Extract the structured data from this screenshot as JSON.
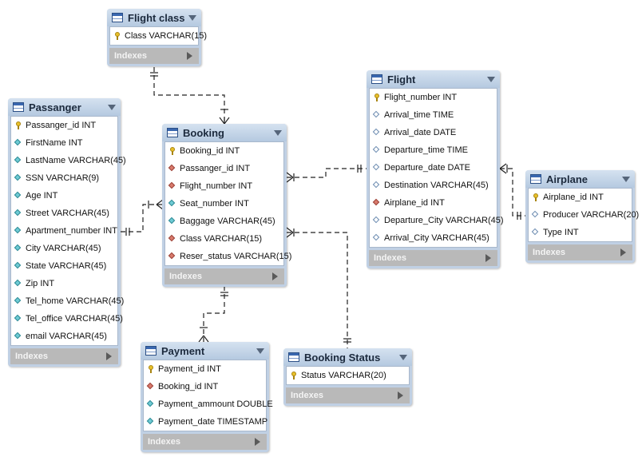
{
  "indexes_label": "Indexes",
  "tables": {
    "flight_class": {
      "title": "Flight class",
      "columns": [
        {
          "text": "Class VARCHAR(15)",
          "kind": "pk"
        }
      ]
    },
    "passanger": {
      "title": "Passanger",
      "columns": [
        {
          "text": "Passanger_id INT",
          "kind": "pk"
        },
        {
          "text": "FirstName INT",
          "kind": "nn"
        },
        {
          "text": "LastName VARCHAR(45)",
          "kind": "nn"
        },
        {
          "text": "SSN VARCHAR(9)",
          "kind": "nn"
        },
        {
          "text": "Age INT",
          "kind": "nn"
        },
        {
          "text": "Street VARCHAR(45)",
          "kind": "nn"
        },
        {
          "text": "Apartment_number INT",
          "kind": "nn"
        },
        {
          "text": "City VARCHAR(45)",
          "kind": "nn"
        },
        {
          "text": "State VARCHAR(45)",
          "kind": "nn"
        },
        {
          "text": "Zip INT",
          "kind": "nn"
        },
        {
          "text": "Tel_home VARCHAR(45)",
          "kind": "nn"
        },
        {
          "text": "Tel_office VARCHAR(45)",
          "kind": "nn"
        },
        {
          "text": "email VARCHAR(45)",
          "kind": "nn"
        }
      ]
    },
    "booking": {
      "title": "Booking",
      "columns": [
        {
          "text": "Booking_id INT",
          "kind": "pk"
        },
        {
          "text": "Passanger_id INT",
          "kind": "fk"
        },
        {
          "text": "Flight_number INT",
          "kind": "fk"
        },
        {
          "text": "Seat_number INT",
          "kind": "nn"
        },
        {
          "text": "Baggage VARCHAR(45)",
          "kind": "nn"
        },
        {
          "text": "Class VARCHAR(15)",
          "kind": "fk"
        },
        {
          "text": "Reser_status VARCHAR(15)",
          "kind": "fk"
        }
      ]
    },
    "flight": {
      "title": "Flight",
      "columns": [
        {
          "text": "Flight_number INT",
          "kind": "pk"
        },
        {
          "text": "Arrival_time TIME",
          "kind": "at"
        },
        {
          "text": "Arrival_date DATE",
          "kind": "at"
        },
        {
          "text": "Departure_time TIME",
          "kind": "at"
        },
        {
          "text": "Departure_date DATE",
          "kind": "at"
        },
        {
          "text": "Destination VARCHAR(45)",
          "kind": "at"
        },
        {
          "text": "Airplane_id INT",
          "kind": "fk"
        },
        {
          "text": "Departure_City VARCHAR(45)",
          "kind": "at"
        },
        {
          "text": "Arrival_City VARCHAR(45)",
          "kind": "at"
        }
      ]
    },
    "airplane": {
      "title": "Airplane",
      "columns": [
        {
          "text": "Airplane_id INT",
          "kind": "pk"
        },
        {
          "text": "Producer VARCHAR(20)",
          "kind": "at"
        },
        {
          "text": "Type INT",
          "kind": "at"
        }
      ]
    },
    "payment": {
      "title": "Payment",
      "columns": [
        {
          "text": "Payment_id INT",
          "kind": "pk"
        },
        {
          "text": "Booking_id INT",
          "kind": "fk"
        },
        {
          "text": "Payment_ammount DOUBLE",
          "kind": "nn"
        },
        {
          "text": "Payment_date TIMESTAMP",
          "kind": "nn"
        }
      ]
    },
    "booking_status": {
      "title": "Booking Status",
      "columns": [
        {
          "text": "Status VARCHAR(20)",
          "kind": "pk"
        }
      ]
    }
  },
  "colors": {
    "table_frame": "#c0d0e4",
    "connector": "#222222",
    "primary_key": "#e8c02a",
    "foreign_key": "#d97a6c",
    "not_null": "#6ecbd4"
  },
  "icons": {
    "table": "table-icon",
    "collapse": "chevron-down-icon",
    "indexes_expand": "triangle-right-icon",
    "primary_key": "key-icon",
    "foreign_key": "diamond-red-icon",
    "not_null": "diamond-cyan-icon",
    "attribute": "diamond-outline-icon"
  }
}
